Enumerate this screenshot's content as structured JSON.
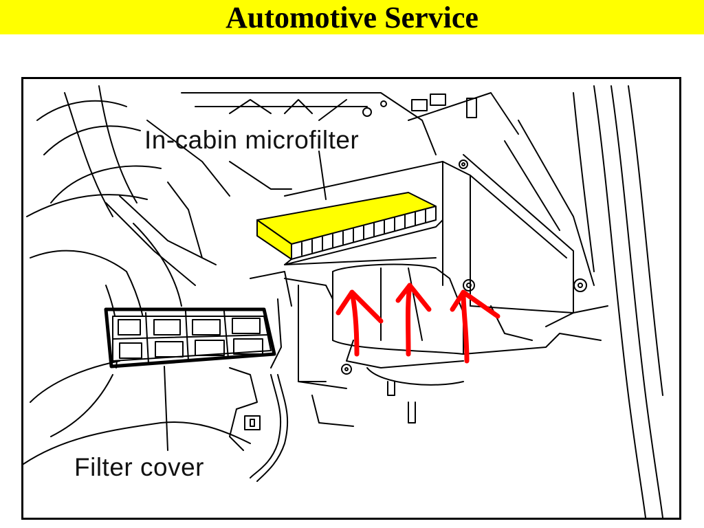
{
  "header": {
    "title": "Automotive Service",
    "background_color": "#ffff00"
  },
  "diagram": {
    "labels": {
      "microfilter": "In-cabin microfilter",
      "filter_cover": "Filter cover"
    },
    "colors": {
      "highlight": "#ffff00",
      "arrows": "#ff0000",
      "lines": "#000000"
    }
  }
}
